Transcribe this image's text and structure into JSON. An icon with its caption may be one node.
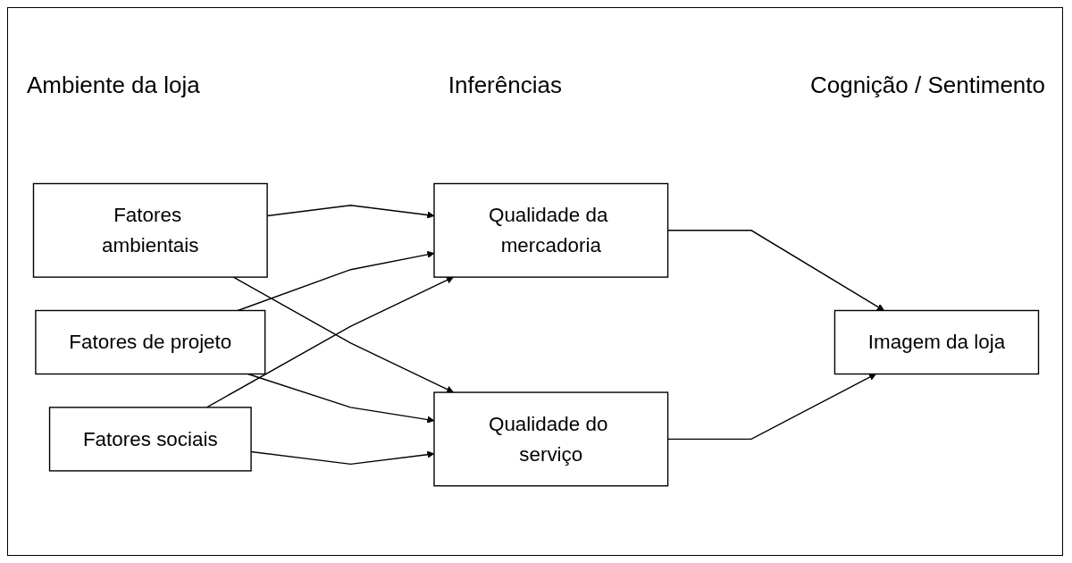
{
  "diagram": {
    "nodes": [
      {
        "text": [
          "Fatores ambientais"
        ]
      },
      {
        "text": [
          "Fatores de projeto"
        ]
      },
      {
        "text": [
          "Fatores sociais"
        ]
      },
      {
        "text": [
          "Qualidade da mercadoria"
        ]
      },
      {
        "text": [
          "Qualidade do serviço"
        ]
      },
      {
        "text": [
          "Imagem da loja"
        ]
      }
    ],
    "edges": [
      {
        "from": 0,
        "to": 3,
        "arrow": "to"
      },
      {
        "from": 0,
        "to": 4,
        "arrow": "to"
      },
      {
        "from": 1,
        "to": 3,
        "arrow": "to"
      },
      {
        "from": 1,
        "to": 4,
        "arrow": "to"
      },
      {
        "from": 2,
        "to": 3,
        "arrow": "to"
      },
      {
        "from": 2,
        "to": 4,
        "arrow": "to"
      },
      {
        "from": 3,
        "to": 5,
        "arrow": "to"
      },
      {
        "from": 4,
        "to": 5,
        "arrow": "to"
      }
    ],
    "labels": [
      "Ambiente da loja",
      "Inferências",
      "Cognição / Sentimento"
    ]
  }
}
